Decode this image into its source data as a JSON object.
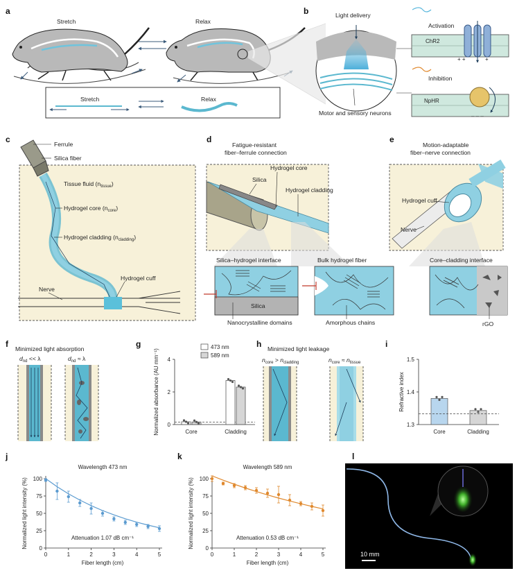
{
  "panels": {
    "a": {
      "letter": "a",
      "stretch": "Stretch",
      "relax": "Relax",
      "box_stretch": "Stretch",
      "box_relax": "Relax"
    },
    "b": {
      "letter": "b",
      "light_delivery": "Light delivery",
      "activation": "Activation",
      "chr2": "ChR2",
      "inhibition": "Inhibition",
      "nphr": "NpHR",
      "neurons": "Motor and sensory neurons"
    },
    "c": {
      "letter": "c",
      "ferrule": "Ferrule",
      "silica_fiber": "Silica fiber",
      "tissue_fluid": "Tissue fluid (n",
      "tissue_sub": "tissue",
      "hydrogel_core": "Hydrogel core (n",
      "core_sub": "core",
      "hydrogel_cladding": "Hydrogel cladding (n",
      "cladding_sub": "cladding",
      "close": ")",
      "nerve": "Nerve",
      "hydrogel_cuff": "Hydrogel cuff"
    },
    "d": {
      "letter": "d",
      "title1": "Fatigue-resistant",
      "title2": "fiber–ferrule connection",
      "silica": "Silica",
      "hydrogel_core": "Hydrogel core",
      "hydrogel_cladding": "Hydrogel cladding",
      "interface": "Silica–hydrogel interface",
      "bulk": "Bulk hydrogel fiber",
      "silica_block": "Silica",
      "nanocrystalline": "Nanocrystalline domains",
      "amorphous": "Amorphous chains"
    },
    "e": {
      "letter": "e",
      "title1": "Motion-adaptable",
      "title2": "fiber–nerve connection",
      "hydrogel_cuff": "Hydrogel cuff",
      "nerve": "Nerve",
      "core_cladding": "Core–cladding interface",
      "rgo": "rGO"
    },
    "f": {
      "letter": "f",
      "title": "Minimized light absorption",
      "d1": "d",
      "d1_sub": "nd",
      "d1_rest": " << λ",
      "d2": "d",
      "d2_sub": "nd",
      "d2_rest": " ≈ λ"
    },
    "h": {
      "letter": "h",
      "title": "Minimized light leakage",
      "n1a": "n",
      "n1a_sub": "core",
      "n1_op": " > ",
      "n1b": "n",
      "n1b_sub": "cladding",
      "n2a": "n",
      "n2a_sub": "core",
      "n2_op": " ≈ ",
      "n2b": "n",
      "n2b_sub": "tissue"
    },
    "l": {
      "letter": "l",
      "scale": "10 mm"
    }
  },
  "colors": {
    "hydrogel": "#8fd0e2",
    "hydrogel_dark": "#5bb8cf",
    "beige": "#f7f1d9",
    "grey": "#8a8a8a",
    "blue_series": "#5b9bd0",
    "orange_series": "#e0892e"
  },
  "chart_data": [
    {
      "id": "g",
      "type": "bar",
      "letter": "g",
      "categories": [
        "Core",
        "Cladding"
      ],
      "series": [
        {
          "name": "473 nm",
          "values": [
            0.17,
            2.7
          ]
        },
        {
          "name": "589 nm",
          "values": [
            0.16,
            2.3
          ]
        }
      ],
      "ylabel": "Normalized absorbance (AU mm⁻¹)",
      "ylim": [
        0,
        4
      ],
      "yticks": [
        "0",
        "2",
        "4"
      ],
      "reference_line": 0.15,
      "legend": "top-left"
    },
    {
      "id": "i",
      "type": "bar",
      "letter": "i",
      "categories": [
        "Core",
        "Cladding"
      ],
      "values": [
        1.38,
        1.343
      ],
      "ylabel": "Refractive index",
      "ylim": [
        1.3,
        1.5
      ],
      "yticks": [
        "1.3",
        "1.4",
        "1.5"
      ],
      "reference_line": 1.333
    },
    {
      "id": "j",
      "type": "line",
      "letter": "j",
      "title": "Wavelength 473 nm",
      "annotation": "Attenuation 1.07 dB cm⁻¹",
      "xlabel": "Fiber length (cm)",
      "ylabel": "Normalized light intensity (%)",
      "xlim": [
        0,
        5
      ],
      "ylim": [
        0,
        100
      ],
      "xticks": [
        "0",
        "1",
        "2",
        "3",
        "4",
        "5"
      ],
      "yticks": [
        "0",
        "25",
        "50",
        "75",
        "100"
      ],
      "x": [
        0,
        0.5,
        1,
        1.5,
        2,
        2.5,
        3,
        3.5,
        4,
        4.5,
        5
      ],
      "y": [
        98,
        82,
        74,
        65,
        57,
        50,
        42,
        37,
        34,
        31,
        28
      ],
      "err": [
        2,
        12,
        8,
        5,
        8,
        4,
        3,
        3,
        3,
        3,
        4
      ],
      "fit": [
        100,
        88.4,
        78.1,
        69.1,
        61.1,
        54,
        47.8,
        42.2,
        37.3,
        33,
        29.2
      ]
    },
    {
      "id": "k",
      "type": "line",
      "letter": "k",
      "title": "Wavelength 589 nm",
      "annotation": "Attenuation 0.53 dB cm⁻¹",
      "xlabel": "Fiber length (cm)",
      "ylabel": "Normalized light intensity (%)",
      "xlim": [
        0,
        5
      ],
      "ylim": [
        0,
        100
      ],
      "xticks": [
        "0",
        "1",
        "2",
        "3",
        "4",
        "5"
      ],
      "yticks": [
        "0",
        "25",
        "50",
        "75",
        "100"
      ],
      "x": [
        0,
        0.5,
        1,
        1.5,
        2,
        2.5,
        3,
        3.5,
        4,
        4.5,
        5
      ],
      "y": [
        100,
        93,
        90,
        87,
        83,
        79,
        77,
        69,
        64,
        60,
        54
      ],
      "err": [
        4,
        2,
        3,
        3,
        4,
        6,
        12,
        8,
        3,
        5,
        8
      ],
      "fit": [
        104,
        97.8,
        92,
        86.5,
        81.4,
        76.6,
        72,
        67.8,
        63.8,
        60,
        56.4
      ]
    }
  ]
}
